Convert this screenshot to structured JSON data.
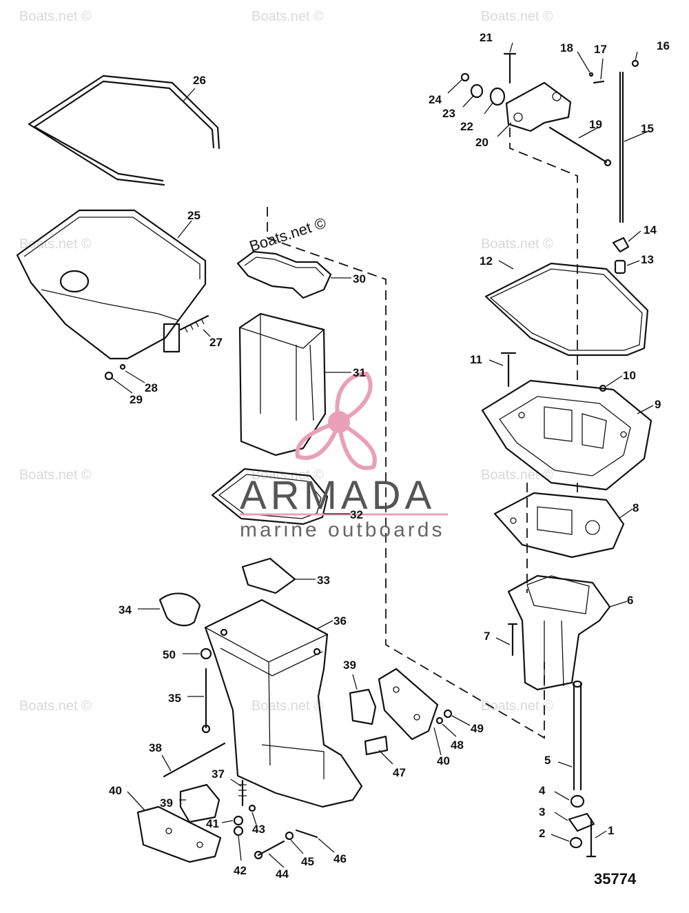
{
  "watermark": {
    "text": "Boats.net ©"
  },
  "logo": {
    "name": "ARMADA",
    "tagline": "marine outboards",
    "accent_color": "#e9a0b8"
  },
  "diagram": {
    "reference_number": "35774",
    "callouts": [
      "1",
      "2",
      "3",
      "4",
      "5",
      "6",
      "7",
      "8",
      "9",
      "10",
      "11",
      "12",
      "13",
      "14",
      "15",
      "16",
      "17",
      "18",
      "19",
      "20",
      "21",
      "22",
      "23",
      "24",
      "25",
      "26",
      "27",
      "28",
      "29",
      "30",
      "31",
      "32",
      "33",
      "34",
      "35",
      "36",
      "37",
      "38",
      "39",
      "39",
      "40",
      "40",
      "41",
      "42",
      "43",
      "44",
      "45",
      "46",
      "47",
      "48",
      "49",
      "50"
    ]
  }
}
